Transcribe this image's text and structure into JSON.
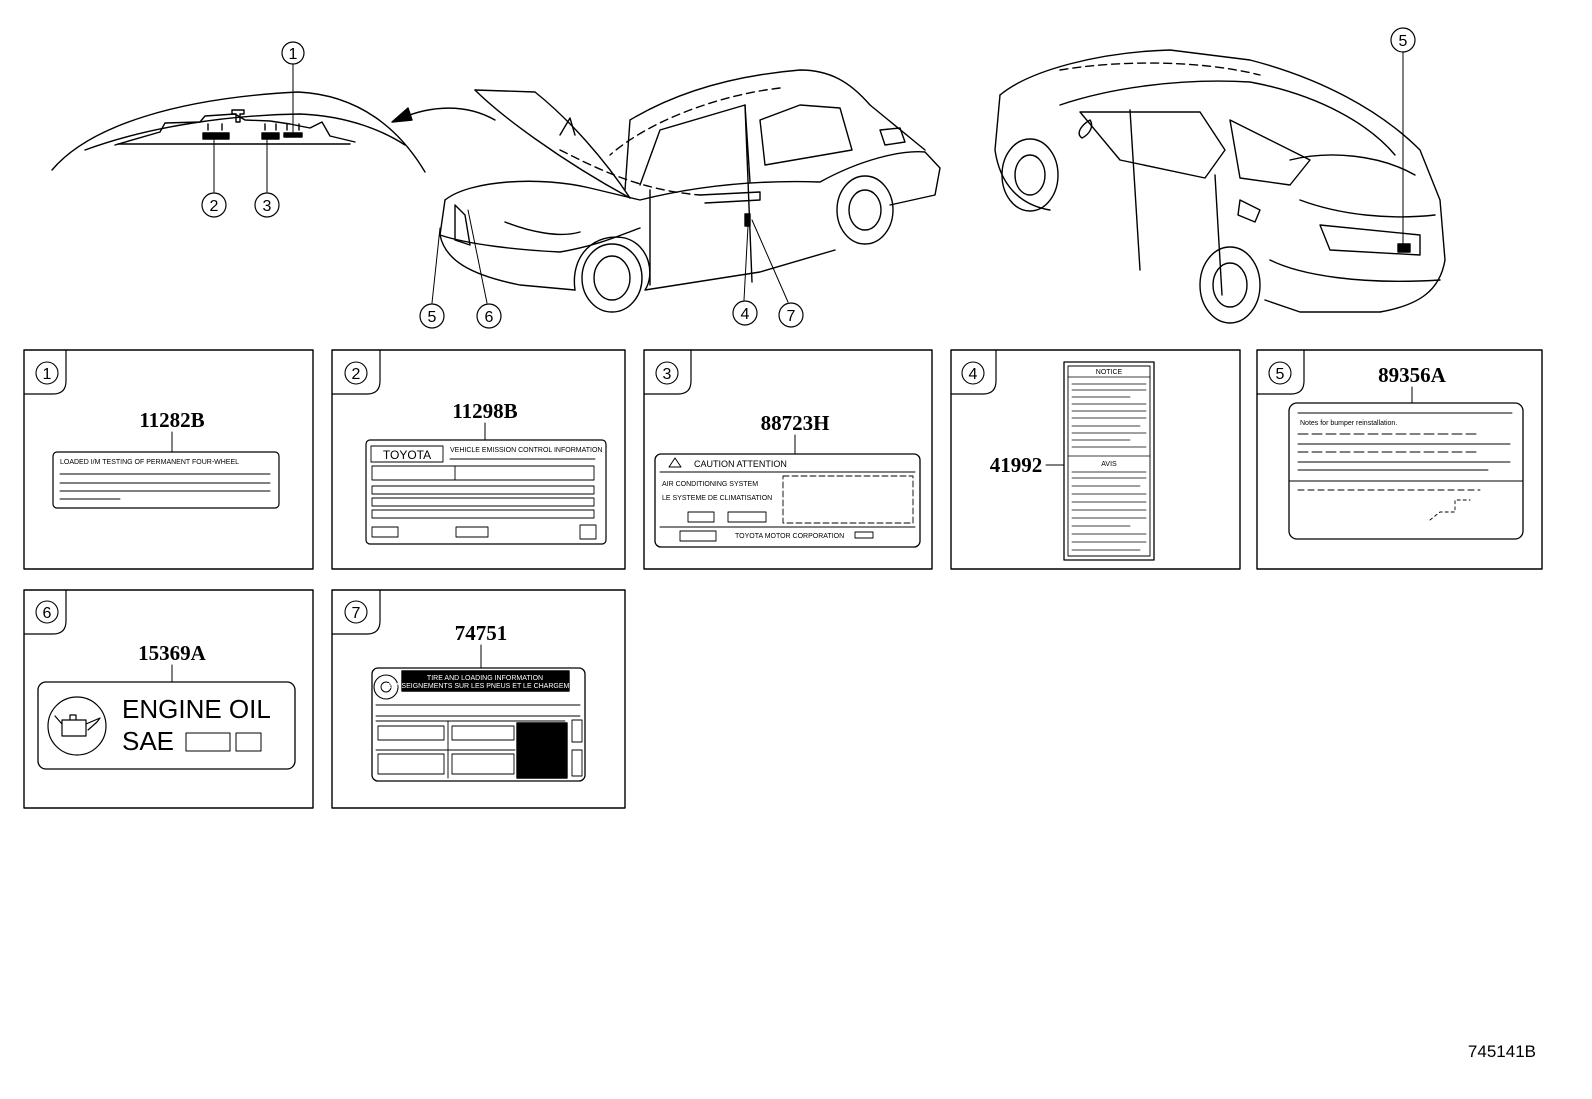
{
  "callouts": {
    "c1": "1",
    "c2": "2",
    "c3": "3",
    "c4": "4",
    "c5": "5",
    "c6": "6",
    "c7": "7"
  },
  "panels": [
    {
      "number": "1",
      "part_no": "11282B",
      "label": {
        "header": "LOADED I/M TESTING OF PERMANENT FOUR-WHEEL"
      }
    },
    {
      "number": "2",
      "part_no": "11298B",
      "label": {
        "brand": "TOYOTA",
        "header": "VEHICLE EMISSION CONTROL INFORMATION"
      }
    },
    {
      "number": "3",
      "part_no": "88723H",
      "label": {
        "title": "CAUTION  ATTENTION",
        "line1": "AIR CONDITIONING SYSTEM",
        "line2": "LE SYSTEME DE CLIMATISATION",
        "footer": "TOYOTA MOTOR CORPORATION"
      }
    },
    {
      "number": "4",
      "part_no": "41992",
      "label": {
        "title": "NOTICE",
        "section": "AVIS"
      }
    },
    {
      "number": "5",
      "part_no": "89356A",
      "label": {
        "line1": "Notes for bumper reinstallation."
      }
    },
    {
      "number": "6",
      "part_no": "15369A",
      "label": {
        "line1": "ENGINE  OIL",
        "line2": "SAE"
      }
    },
    {
      "number": "7",
      "part_no": "74751",
      "label": {
        "line1": "TIRE AND LOADING INFORMATION",
        "line2": "RENSEIGNEMENTS SUR LES PNEUS ET LE CHARGEMENT"
      }
    }
  ],
  "diagram_ref": "745141B"
}
